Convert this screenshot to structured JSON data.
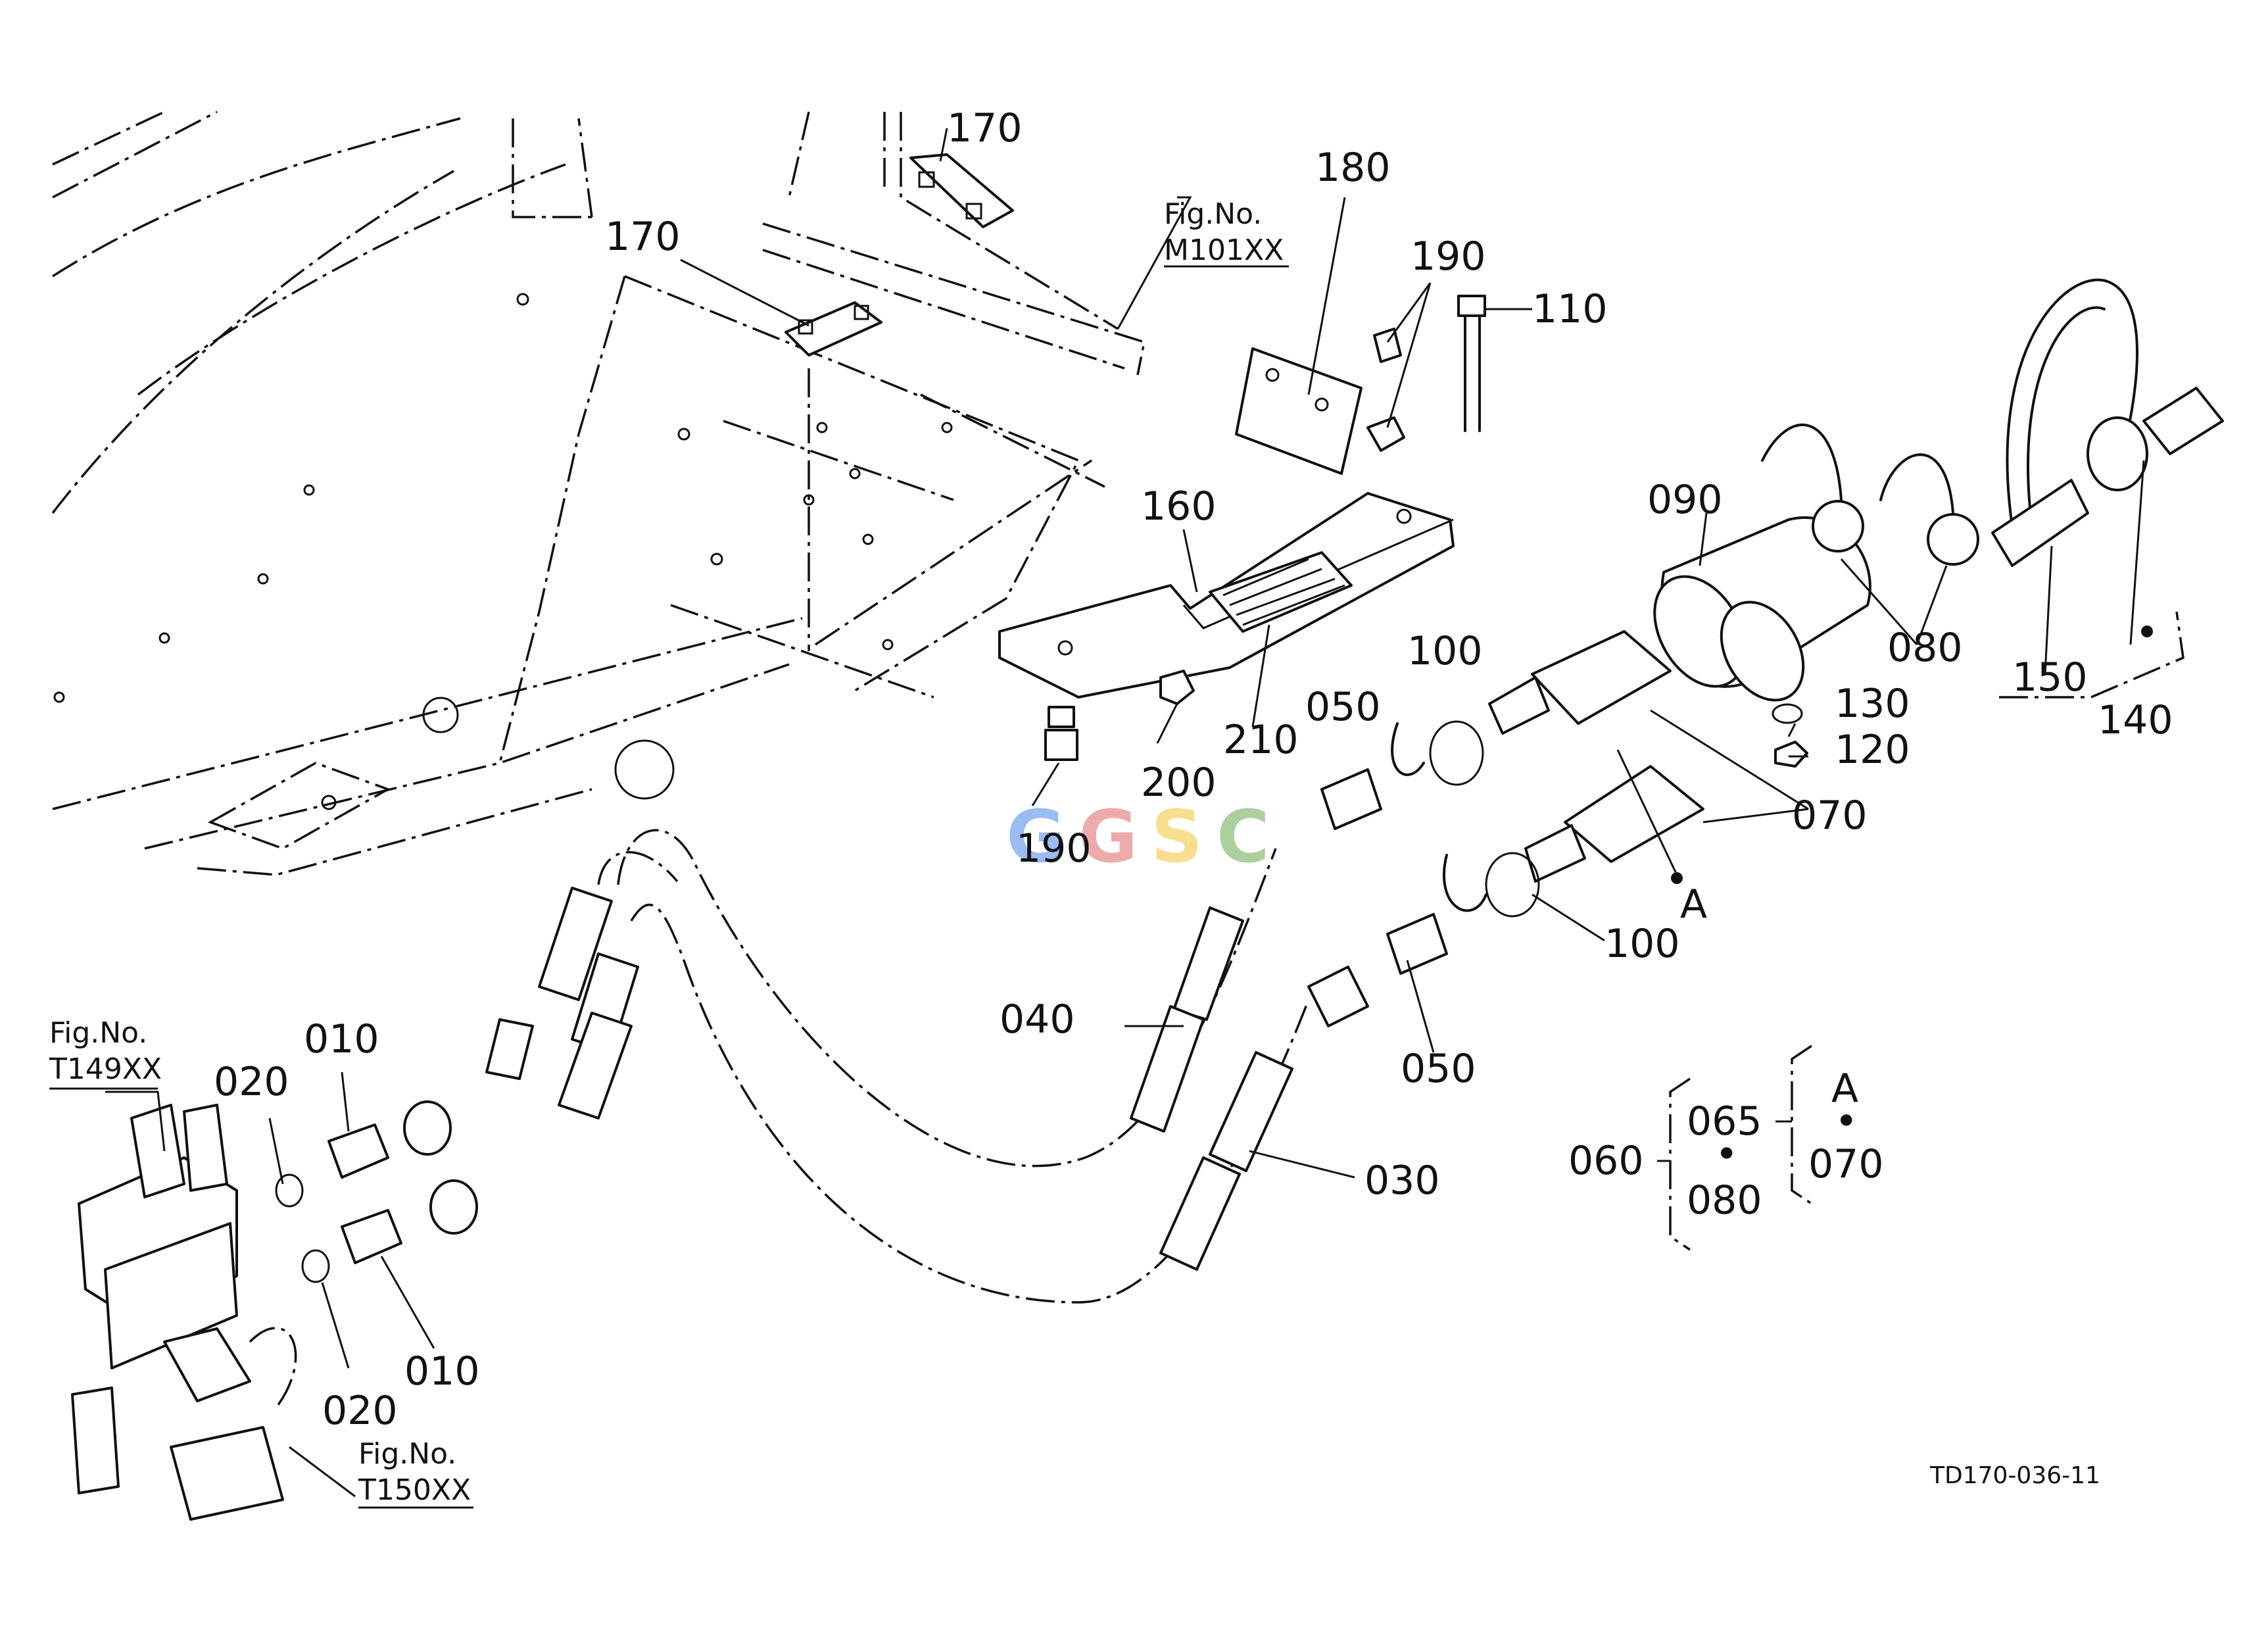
{
  "figure_code": "TD170-036-11",
  "watermark": {
    "letters": [
      "G",
      "G",
      "S",
      "C"
    ],
    "colors": [
      "#4a86e8",
      "#e06666",
      "#f1c232",
      "#6aa84f"
    ]
  },
  "references": [
    {
      "prefix": "Fig.No.",
      "code": "M101XX"
    },
    {
      "prefix": "Fig.No.",
      "code": "T149XX"
    },
    {
      "prefix": "Fig.No.",
      "code": "T150XX"
    }
  ],
  "callouts": {
    "c170a": "170",
    "c170b": "170",
    "c180": "180",
    "c190a": "190",
    "c110": "110",
    "c160": "160",
    "c090": "090",
    "c080": "080",
    "c150": "150",
    "c140": "140",
    "c100a": "100",
    "c050a": "050",
    "c130": "130",
    "c120": "120",
    "c200": "200",
    "c210": "210",
    "c070": "070",
    "c190b": "190",
    "cA": "A",
    "c100b": "100",
    "c040": "040",
    "c050b": "050",
    "c030": "030",
    "c010a": "010",
    "c020a": "020",
    "c010b": "010",
    "c020b": "020"
  },
  "legend_group": {
    "parent": "060",
    "left_top": "065",
    "left_bottom": "080",
    "right_top": "A",
    "right_bottom": "070",
    "dot": "•"
  }
}
